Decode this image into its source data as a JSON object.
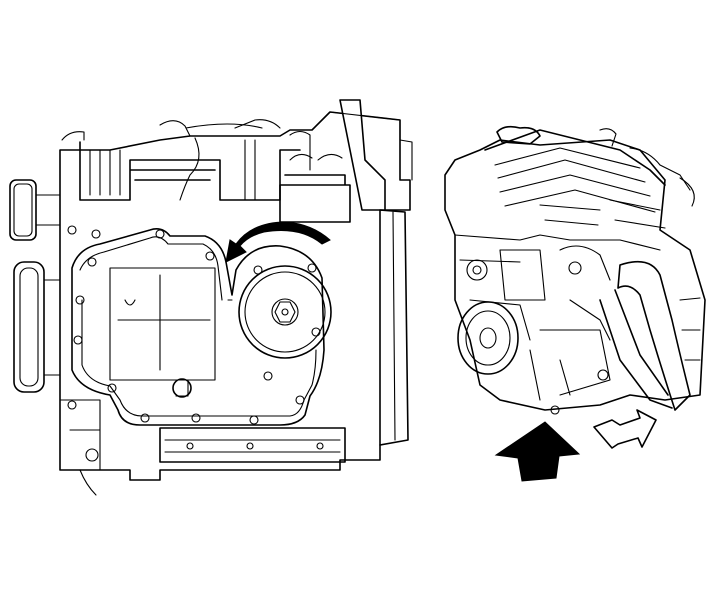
{
  "figure": {
    "background": "#ffffff",
    "line_color": "#000000",
    "views": [
      {
        "name": "side-view",
        "callouts": [
          "rotation-arrow"
        ]
      },
      {
        "name": "three-quarter-view",
        "callouts": [
          "front-direction-arrow",
          "side-direction-arrow"
        ]
      }
    ],
    "icons": {
      "rotation_arrow": "curved-arrow-icon",
      "front_arrow": "solid-up-arrow-icon",
      "side_arrow": "outline-arrow-icon"
    }
  }
}
